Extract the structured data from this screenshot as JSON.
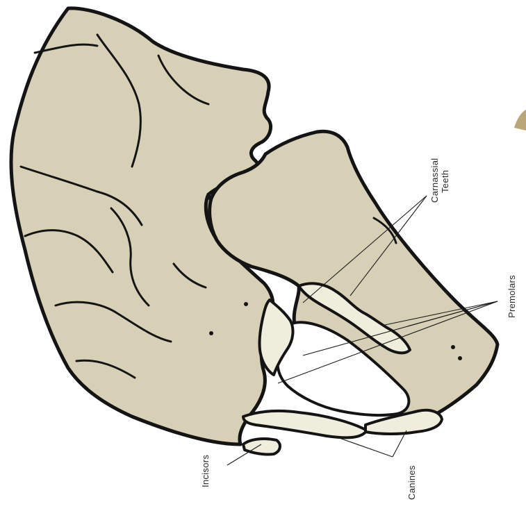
{
  "labels": {
    "incisors": "Incisors",
    "canines": "Canines",
    "premolars": "Premolars",
    "carnassial_line1": "Carnassial",
    "carnassial_line2": "Teeth"
  },
  "colors": {
    "bone": "#d7d0b6",
    "tooth": "#efeddc",
    "outline": "#141414",
    "background": "#ffffff"
  }
}
